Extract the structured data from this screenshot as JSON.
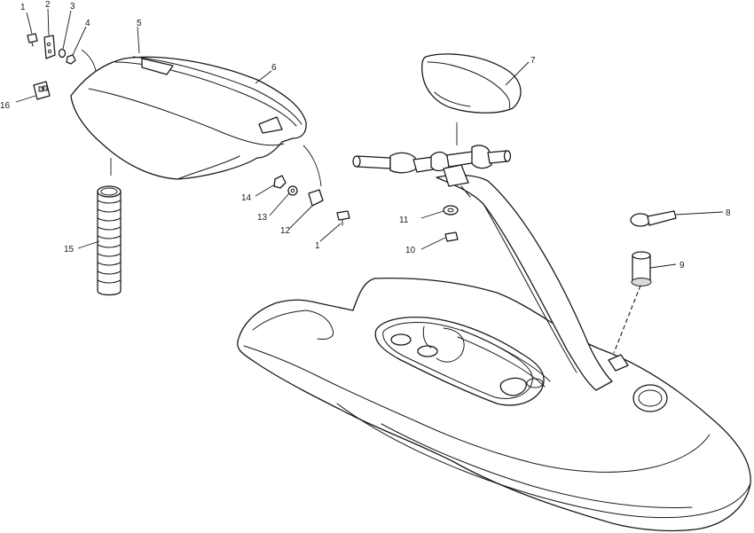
{
  "callouts": {
    "c1a": "1",
    "c2": "2",
    "c3": "3",
    "c4": "4",
    "c5": "5",
    "c6": "6",
    "c7": "7",
    "c8": "8",
    "c9": "9",
    "c10": "10",
    "c11": "11",
    "c12": "12",
    "c13": "13",
    "c14": "14",
    "c15": "15",
    "c16": "16",
    "c1b": "1"
  }
}
